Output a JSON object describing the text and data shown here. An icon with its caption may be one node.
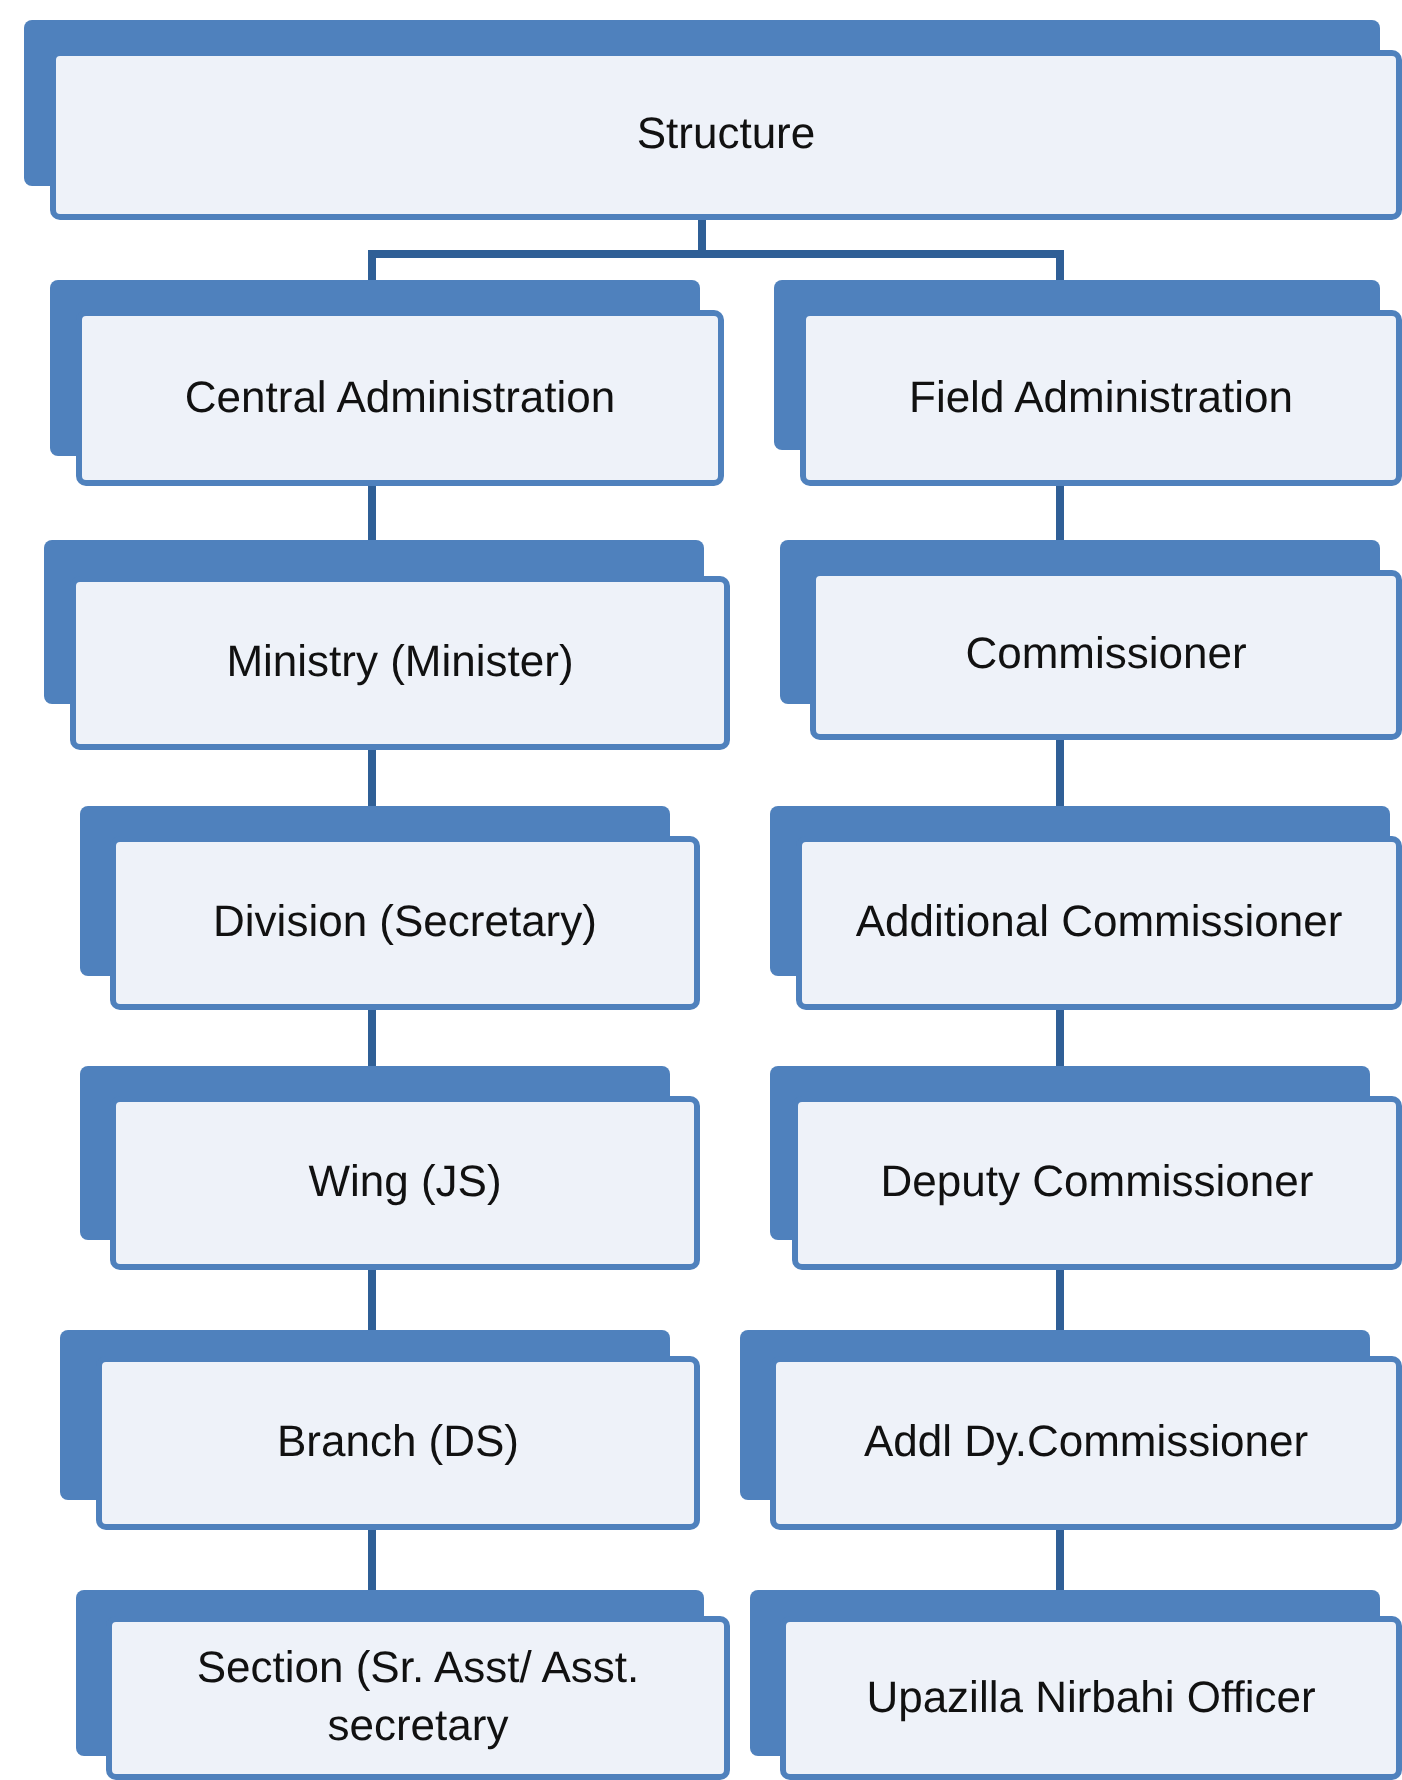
{
  "diagram": {
    "nodes": [
      {
        "text": [
          "Structure"
        ]
      },
      {
        "text": [
          "Central Administration"
        ]
      },
      {
        "text": [
          "Ministry (Minister)"
        ]
      },
      {
        "text": [
          "Division (Secretary)"
        ]
      },
      {
        "text": [
          "Wing (JS)"
        ]
      },
      {
        "text": [
          "Branch (DS)"
        ]
      },
      {
        "text": [
          "Section (Sr. Asst/ Asst. secretary"
        ]
      },
      {
        "text": [
          "Field Administration"
        ]
      },
      {
        "text": [
          "Commissioner"
        ]
      },
      {
        "text": [
          "Additional Commissioner"
        ]
      },
      {
        "text": [
          "Deputy Commissioner"
        ]
      },
      {
        "text": [
          "Addl Dy.Commissioner"
        ]
      },
      {
        "text": [
          "Upazilla Nirbahi Officer"
        ]
      }
    ],
    "edges": [
      {
        "from": 0,
        "to": 1,
        "arrow": "none"
      },
      {
        "from": 0,
        "to": 7,
        "arrow": "none"
      },
      {
        "from": 1,
        "to": 2,
        "arrow": "none"
      },
      {
        "from": 2,
        "to": 3,
        "arrow": "none"
      },
      {
        "from": 3,
        "to": 4,
        "arrow": "none"
      },
      {
        "from": 4,
        "to": 5,
        "arrow": "none"
      },
      {
        "from": 5,
        "to": 6,
        "arrow": "none"
      },
      {
        "from": 7,
        "to": 8,
        "arrow": "none"
      },
      {
        "from": 8,
        "to": 9,
        "arrow": "none"
      },
      {
        "from": 9,
        "to": 10,
        "arrow": "none"
      },
      {
        "from": 10,
        "to": 11,
        "arrow": "none"
      },
      {
        "from": 11,
        "to": 12,
        "arrow": "none"
      }
    ]
  }
}
